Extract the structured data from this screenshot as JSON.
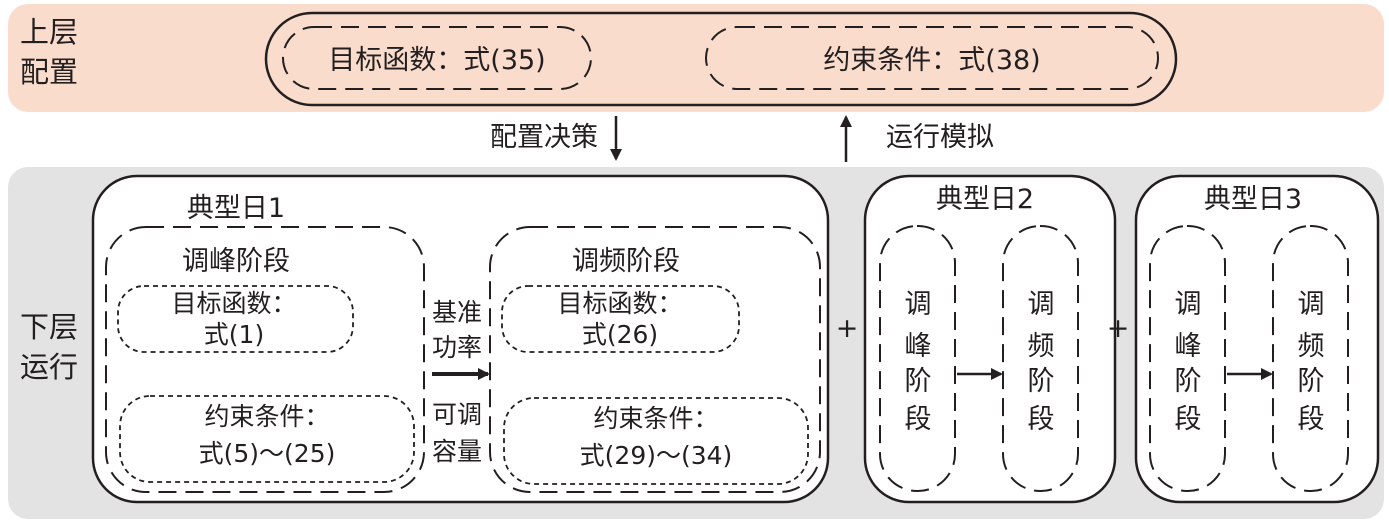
{
  "colors": {
    "upper_band": "#f9dccb",
    "lower_band": "#e3e3e4",
    "stroke": "#231f20",
    "box_fill": "#ffffff"
  },
  "upper": {
    "label_line1": "上层",
    "label_line2": "配置",
    "objective": "目标函数：式(35)",
    "constraint": "约束条件：式(38)"
  },
  "flow": {
    "down_label": "配置决策",
    "up_label": "运行模拟"
  },
  "lower": {
    "label_line1": "下层",
    "label_line2": "运行"
  },
  "day1": {
    "title": "典型日1",
    "peak": {
      "title": "调峰阶段",
      "obj_line1": "目标函数：",
      "obj_line2": "式(1)",
      "con_line1": "约束条件：",
      "con_line2": "式(5)～(25)"
    },
    "link": {
      "top_line1": "基准",
      "top_line2": "功率",
      "bottom_line1": "可调",
      "bottom_line2": "容量"
    },
    "freq": {
      "title": "调频阶段",
      "obj_line1": "目标函数：",
      "obj_line2": "式(26)",
      "con_line1": "约束条件：",
      "con_line2": "式(29)～(34)"
    }
  },
  "plus_sign": "+",
  "day2": {
    "title": "典型日2",
    "peak_chars": [
      "调",
      "峰",
      "阶",
      "段"
    ],
    "freq_chars": [
      "调",
      "频",
      "阶",
      "段"
    ]
  },
  "day3": {
    "title": "典型日3",
    "peak_chars": [
      "调",
      "峰",
      "阶",
      "段"
    ],
    "freq_chars": [
      "调",
      "频",
      "阶",
      "段"
    ]
  }
}
